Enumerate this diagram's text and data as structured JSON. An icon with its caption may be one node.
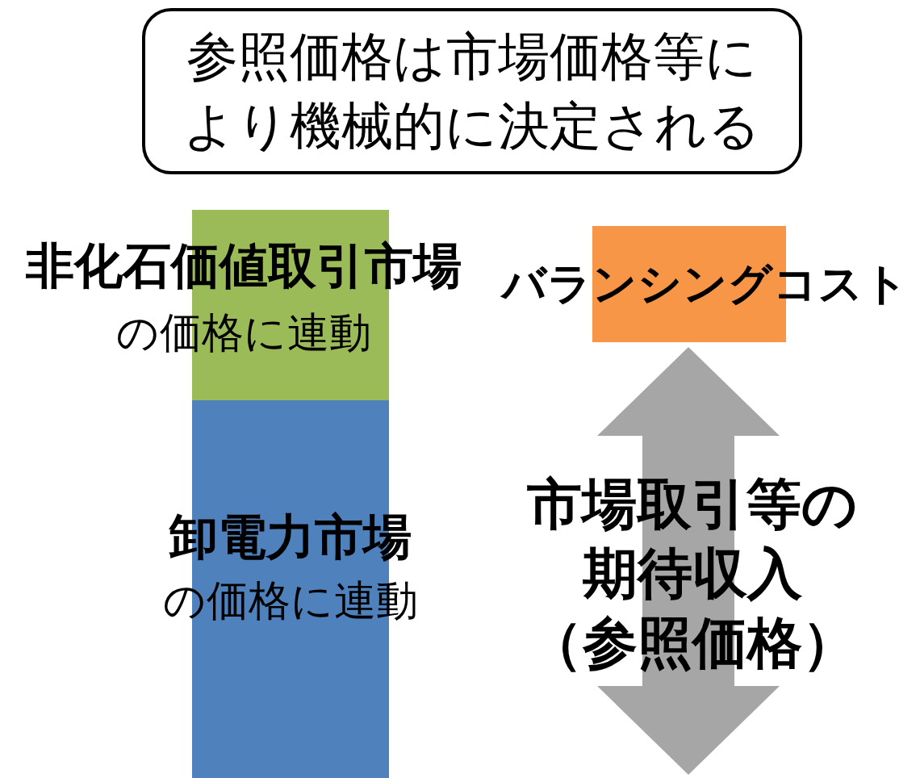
{
  "diagram": {
    "nodes": [
      {
        "text": [
          "参照価格は市場価格等により機械的に決定される"
        ]
      },
      {
        "text": [
          "非化石価値取引市場",
          "の価格に連動"
        ]
      },
      {
        "text": [
          "卸電力市場",
          "の価格に連動"
        ]
      },
      {
        "text": [
          "バランシングコスト"
        ]
      },
      {
        "text": [
          "市場取引等の期待収入（参照価格）"
        ]
      }
    ]
  }
}
